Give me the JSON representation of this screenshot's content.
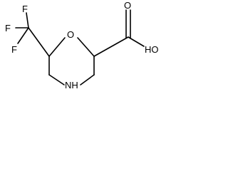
{
  "molecule": {
    "atoms": {
      "f_top": "F",
      "f_left": "F",
      "f_bottom": "F",
      "ring_oxygen": "O",
      "ring_nitrogen": "NH",
      "carbonyl_oxygen": "O",
      "hydroxyl": "HO"
    }
  }
}
